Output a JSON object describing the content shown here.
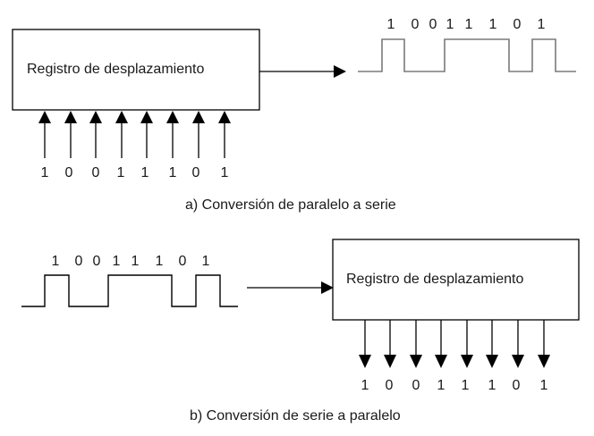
{
  "diagram": {
    "parallel_to_serial": {
      "register_label": "Registro de desplazamiento",
      "input_bits": [
        "1",
        "0",
        "0",
        "1",
        "1",
        "1",
        "0",
        "1"
      ],
      "serial_bits": [
        "1",
        "0",
        "0",
        "1",
        "1",
        "1",
        "0",
        "1"
      ],
      "caption": "a) Conversión de paralelo a serie"
    },
    "serial_to_parallel": {
      "register_label": "Registro de desplazamiento",
      "serial_bits": [
        "1",
        "0",
        "0",
        "1",
        "1",
        "1",
        "0",
        "1"
      ],
      "output_bits": [
        "1",
        "0",
        "0",
        "1",
        "1",
        "1",
        "0",
        "1"
      ],
      "caption": "b) Conversión de serie a paralelo"
    }
  }
}
